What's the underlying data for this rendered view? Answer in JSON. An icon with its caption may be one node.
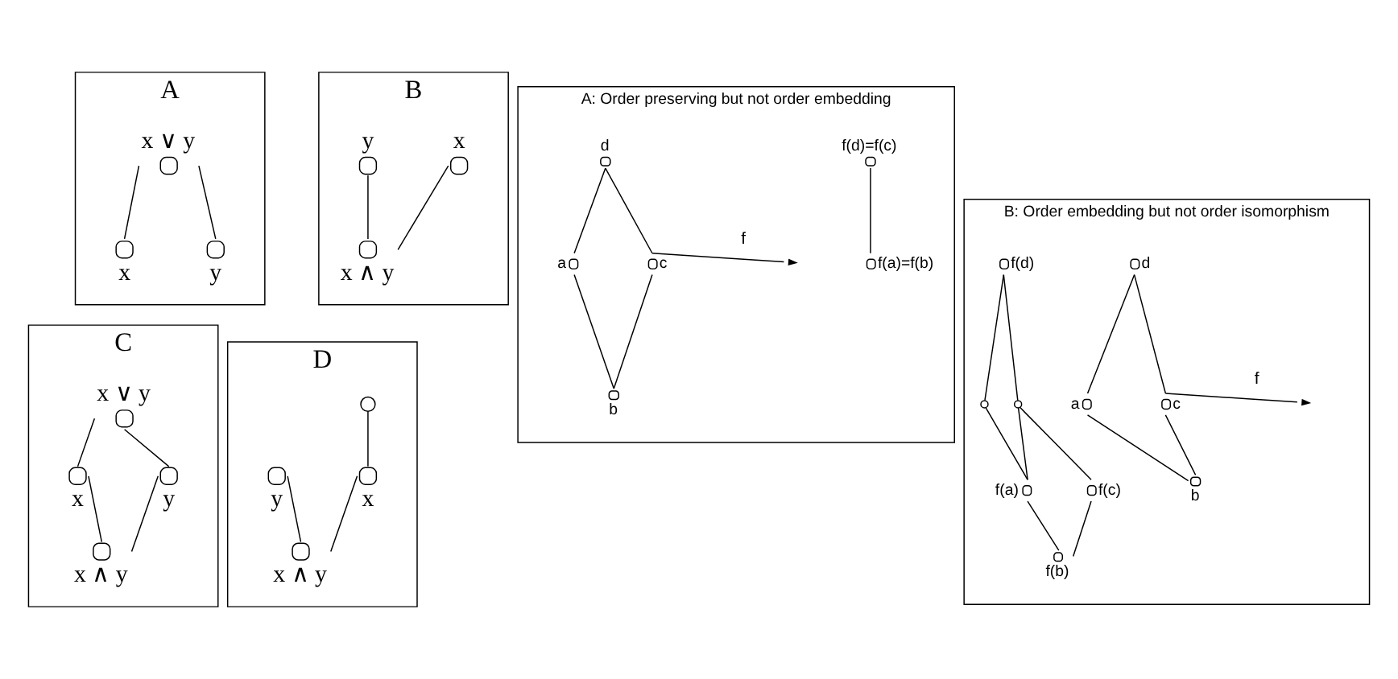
{
  "diagram": {
    "nodes": [
      {
        "text": [
          "A"
        ]
      },
      {
        "text": [
          "x ∨ y"
        ],
        "in": 0
      },
      {
        "text": [
          "x"
        ],
        "in": 0
      },
      {
        "text": [
          "y"
        ],
        "in": 0
      },
      {
        "text": [
          "B"
        ]
      },
      {
        "text": [
          "x"
        ],
        "in": 4
      },
      {
        "text": [
          "y"
        ],
        "in": 4
      },
      {
        "text": [
          "x ∧ y"
        ],
        "in": 4
      },
      {
        "text": [
          "C"
        ]
      },
      {
        "text": [
          "x ∨ y"
        ],
        "in": 8
      },
      {
        "text": [
          "x"
        ],
        "in": 8
      },
      {
        "text": [
          "y"
        ],
        "in": 8
      },
      {
        "text": [
          "x ∧ y"
        ],
        "in": 8
      },
      {
        "text": [
          "D"
        ]
      },
      {
        "text": [],
        "shape": "circle",
        "in": 13
      },
      {
        "text": [
          "x"
        ],
        "in": 13
      },
      {
        "text": [
          "y"
        ],
        "in": 13
      },
      {
        "text": [
          "x ∧ y"
        ],
        "in": 13
      },
      {
        "text": [
          "A: Order preserving but not order embedding"
        ]
      },
      {
        "text": [
          "d"
        ],
        "in": 18
      },
      {
        "text": [
          "a"
        ],
        "in": 18
      },
      {
        "text": [
          "c"
        ],
        "in": 18
      },
      {
        "text": [
          "b"
        ],
        "in": 18
      },
      {
        "text": [
          "f(d)=f(c)"
        ],
        "in": 18
      },
      {
        "text": [
          "f(a)=f(b)"
        ],
        "in": 18
      },
      {
        "text": [
          "B: Order embedding but not order isomorphism"
        ]
      },
      {
        "text": [
          "d"
        ],
        "in": 25
      },
      {
        "text": [
          "a"
        ],
        "in": 25
      },
      {
        "text": [
          "c"
        ],
        "in": 25
      },
      {
        "text": [
          "b"
        ],
        "in": 25
      },
      {
        "text": [
          "f(d)"
        ],
        "in": 25
      },
      {
        "text": [],
        "shape": "circle",
        "in": 25
      },
      {
        "text": [],
        "shape": "circle",
        "in": 25
      },
      {
        "text": [
          "f(a)"
        ],
        "in": 25
      },
      {
        "text": [
          "f(c)"
        ],
        "in": 25
      },
      {
        "text": [
          "f(b)"
        ],
        "in": 25
      }
    ],
    "edges": [
      {
        "from": 1,
        "to": 2,
        "arrow": "none"
      },
      {
        "from": 1,
        "to": 3,
        "arrow": "none"
      },
      {
        "from": 5,
        "to": 7,
        "arrow": "none"
      },
      {
        "from": 6,
        "to": 7,
        "arrow": "none"
      },
      {
        "from": 9,
        "to": 10,
        "arrow": "none"
      },
      {
        "from": 9,
        "to": 11,
        "arrow": "none"
      },
      {
        "from": 10,
        "to": 12,
        "arrow": "none"
      },
      {
        "from": 11,
        "to": 12,
        "arrow": "none"
      },
      {
        "from": 14,
        "to": 15,
        "arrow": "none"
      },
      {
        "from": 15,
        "to": 17,
        "arrow": "none"
      },
      {
        "from": 17,
        "to": 16,
        "arrow": "none"
      },
      {
        "from": 20,
        "to": 19,
        "arrow": "none"
      },
      {
        "from": 19,
        "to": 21,
        "arrow": "none"
      },
      {
        "from": 20,
        "to": 22,
        "arrow": "none"
      },
      {
        "from": 22,
        "to": 21,
        "arrow": "none"
      },
      {
        "from": 21,
        "to": null,
        "arrow": "to",
        "label": "f"
      },
      {
        "from": 23,
        "to": 24,
        "arrow": "none"
      },
      {
        "from": 27,
        "to": 26,
        "arrow": "none"
      },
      {
        "from": 26,
        "to": 28,
        "arrow": "none"
      },
      {
        "from": 27,
        "to": 29,
        "arrow": "none"
      },
      {
        "from": 29,
        "to": 28,
        "arrow": "none"
      },
      {
        "from": 28,
        "to": null,
        "arrow": "to",
        "label": "f"
      },
      {
        "from": 31,
        "to": 30,
        "arrow": "none"
      },
      {
        "from": 30,
        "to": 32,
        "arrow": "none"
      },
      {
        "from": 32,
        "to": 34,
        "arrow": "none"
      },
      {
        "from": 31,
        "to": 33,
        "arrow": "none"
      },
      {
        "from": 33,
        "to": 35,
        "arrow": "none"
      },
      {
        "from": 35,
        "to": 34,
        "arrow": "none"
      },
      {
        "from": 33,
        "to": 32,
        "arrow": "none"
      }
    ]
  }
}
